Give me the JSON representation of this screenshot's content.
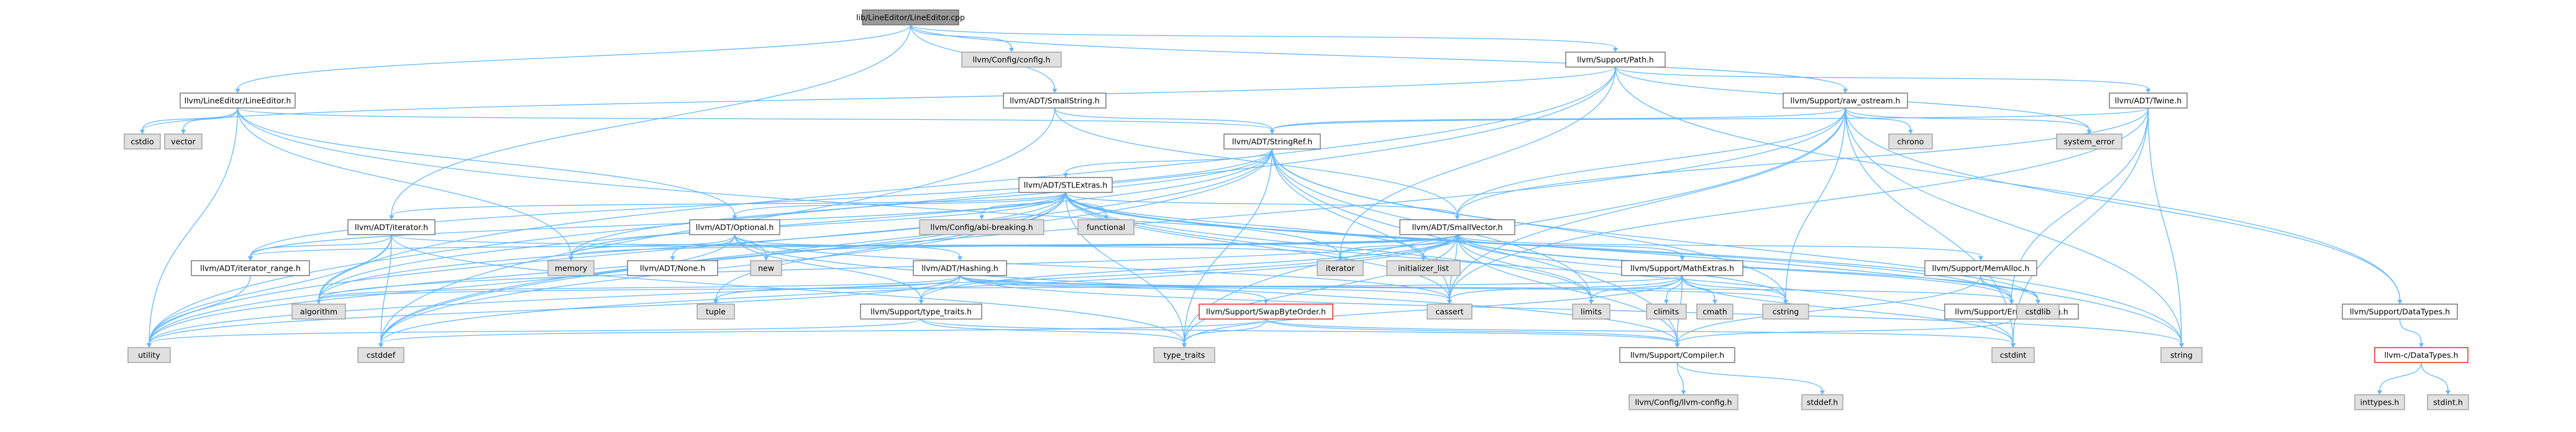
{
  "diagram": {
    "nodes": [
      {
        "id": "root",
        "label": "lib/LineEditor/LineEditor.cpp",
        "kind": "root",
        "href": false
      },
      {
        "id": "config",
        "label": "llvm/Config/config.h",
        "kind": "leaf",
        "href": false
      },
      {
        "id": "path",
        "label": "llvm/Support/Path.h",
        "kind": "link",
        "href": true
      },
      {
        "id": "lineeditor",
        "label": "llvm/LineEditor/LineEditor.h",
        "kind": "link",
        "href": true
      },
      {
        "id": "smallstring",
        "label": "llvm/ADT/SmallString.h",
        "kind": "link",
        "href": true
      },
      {
        "id": "rawostream",
        "label": "llvm/Support/raw_ostream.h",
        "kind": "link",
        "href": true
      },
      {
        "id": "twine",
        "label": "llvm/ADT/Twine.h",
        "kind": "link",
        "href": true
      },
      {
        "id": "cstdio",
        "label": "cstdio",
        "kind": "leaf",
        "href": false
      },
      {
        "id": "vector",
        "label": "vector",
        "kind": "leaf",
        "href": false
      },
      {
        "id": "stringref",
        "label": "llvm/ADT/StringRef.h",
        "kind": "link",
        "href": true
      },
      {
        "id": "chrono",
        "label": "chrono",
        "kind": "leaf",
        "href": false
      },
      {
        "id": "systemerror",
        "label": "system_error",
        "kind": "leaf",
        "href": false
      },
      {
        "id": "stlextras",
        "label": "llvm/ADT/STLExtras.h",
        "kind": "link",
        "href": true
      },
      {
        "id": "iteratorh",
        "label": "llvm/ADT/iterator.h",
        "kind": "link",
        "href": true
      },
      {
        "id": "optional",
        "label": "llvm/ADT/Optional.h",
        "kind": "link",
        "href": true
      },
      {
        "id": "abibreaking",
        "label": "llvm/Config/abi-breaking.h",
        "kind": "leaf",
        "href": false
      },
      {
        "id": "functional",
        "label": "functional",
        "kind": "leaf",
        "href": false
      },
      {
        "id": "smallvector",
        "label": "llvm/ADT/SmallVector.h",
        "kind": "link",
        "href": true
      },
      {
        "id": "iterrange",
        "label": "llvm/ADT/iterator_range.h",
        "kind": "link",
        "href": true
      },
      {
        "id": "memory",
        "label": "memory",
        "kind": "leaf",
        "href": false
      },
      {
        "id": "none",
        "label": "llvm/ADT/None.h",
        "kind": "link",
        "href": true
      },
      {
        "id": "new",
        "label": "new",
        "kind": "leaf",
        "href": false
      },
      {
        "id": "hashing",
        "label": "llvm/ADT/Hashing.h",
        "kind": "link",
        "href": true
      },
      {
        "id": "iterator",
        "label": "iterator",
        "kind": "leaf",
        "href": false
      },
      {
        "id": "initlist",
        "label": "initializer_list",
        "kind": "leaf",
        "href": false
      },
      {
        "id": "mathextras",
        "label": "llvm/Support/MathExtras.h",
        "kind": "link",
        "href": true
      },
      {
        "id": "memalloc",
        "label": "llvm/Support/MemAlloc.h",
        "kind": "link",
        "href": true
      },
      {
        "id": "algorithm",
        "label": "algorithm",
        "kind": "leaf",
        "href": false
      },
      {
        "id": "tuple",
        "label": "tuple",
        "kind": "leaf",
        "href": false
      },
      {
        "id": "typetraitsh",
        "label": "llvm/Support/type_traits.h",
        "kind": "link",
        "href": true
      },
      {
        "id": "swapbyteorder",
        "label": "llvm/Support/SwapByteOrder.h",
        "kind": "warn",
        "href": true
      },
      {
        "id": "cassert",
        "label": "cassert",
        "kind": "leaf",
        "href": false
      },
      {
        "id": "limits",
        "label": "limits",
        "kind": "leaf",
        "href": false
      },
      {
        "id": "climits",
        "label": "climits",
        "kind": "leaf",
        "href": false
      },
      {
        "id": "cmath",
        "label": "cmath",
        "kind": "leaf",
        "href": false
      },
      {
        "id": "cstring",
        "label": "cstring",
        "kind": "leaf",
        "href": false
      },
      {
        "id": "errorhandling",
        "label": "llvm/Support/ErrorHandling.h",
        "kind": "link",
        "href": true
      },
      {
        "id": "cstdlib",
        "label": "cstdlib",
        "kind": "leaf",
        "href": false
      },
      {
        "id": "datatypes",
        "label": "llvm/Support/DataTypes.h",
        "kind": "link",
        "href": true
      },
      {
        "id": "utility",
        "label": "utility",
        "kind": "leaf",
        "href": false
      },
      {
        "id": "cstddef",
        "label": "cstddef",
        "kind": "leaf",
        "href": false
      },
      {
        "id": "typetraits",
        "label": "type_traits",
        "kind": "leaf",
        "href": false
      },
      {
        "id": "compiler",
        "label": "llvm/Support/Compiler.h",
        "kind": "link",
        "href": true
      },
      {
        "id": "cstdint",
        "label": "cstdint",
        "kind": "leaf",
        "href": false
      },
      {
        "id": "string",
        "label": "string",
        "kind": "leaf",
        "href": false
      },
      {
        "id": "cdatatypes",
        "label": "llvm-c/DataTypes.h",
        "kind": "warn",
        "href": true
      },
      {
        "id": "llvmconfig",
        "label": "llvm/Config/llvm-config.h",
        "kind": "leaf",
        "href": false
      },
      {
        "id": "stddef",
        "label": "stddef.h",
        "kind": "leaf",
        "href": false
      },
      {
        "id": "inttypes",
        "label": "inttypes.h",
        "kind": "leaf",
        "href": false
      },
      {
        "id": "stdint",
        "label": "stdint.h",
        "kind": "leaf",
        "href": false
      }
    ],
    "colors": {
      "edge": "#63b8ff",
      "root_fill": "#999999",
      "root_stroke": "#666666",
      "link_fill": "#ffffff",
      "link_stroke": "#666666",
      "leaf_fill": "#e0e0e0",
      "leaf_stroke": "#999999",
      "warn_fill": "#ffffff",
      "warn_stroke": "#ff0000",
      "text": "#000000"
    }
  }
}
